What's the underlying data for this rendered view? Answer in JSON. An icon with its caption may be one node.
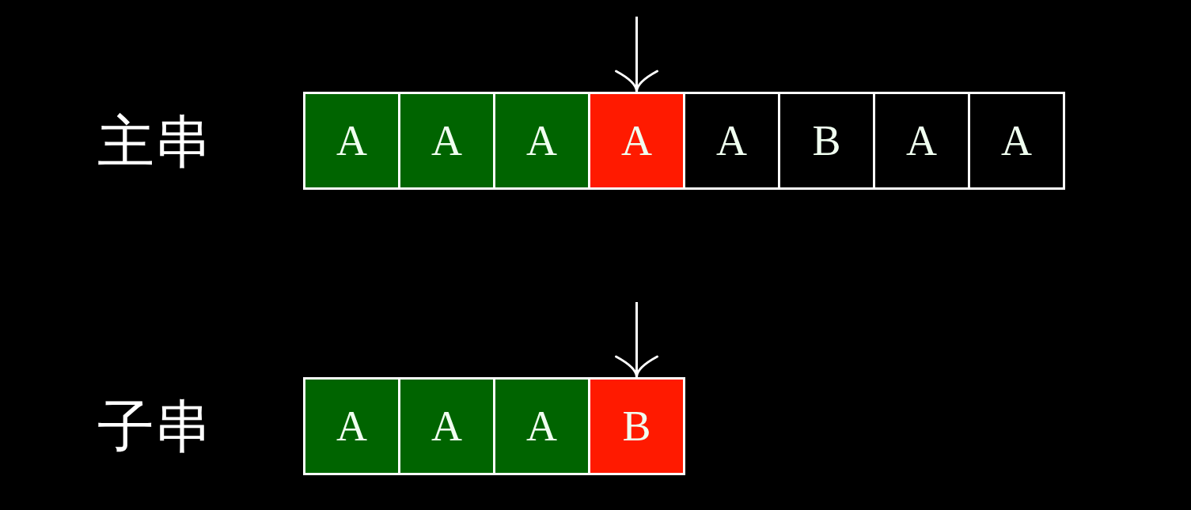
{
  "diagram": {
    "nodes": [
      {
        "text": [
          "A"
        ]
      },
      {
        "text": [
          "A"
        ]
      },
      {
        "text": [
          "A"
        ]
      },
      {
        "text": [
          "A"
        ]
      },
      {
        "text": [
          "A"
        ]
      },
      {
        "text": [
          "B"
        ]
      },
      {
        "text": [
          "A"
        ]
      },
      {
        "text": [
          "A"
        ]
      },
      {
        "text": [
          "A"
        ]
      },
      {
        "text": [
          "A"
        ]
      },
      {
        "text": [
          "A"
        ]
      },
      {
        "text": [
          "B"
        ]
      }
    ],
    "edges": [
      {
        "from": null,
        "to": 3,
        "arrow": "to"
      },
      {
        "from": null,
        "to": 11,
        "arrow": "to"
      }
    ],
    "labels": [
      "主串",
      "子串"
    ]
  }
}
